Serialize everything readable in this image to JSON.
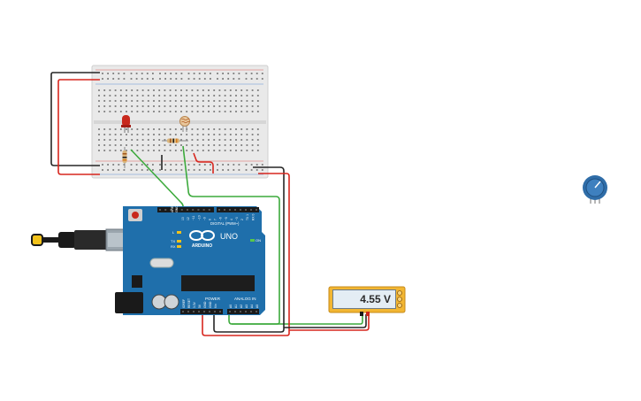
{
  "board": {
    "brand": "ARDUINO",
    "model": "UNO",
    "digital_label": "DIGITAL (PWM~)",
    "power_label": "POWER",
    "analog_label": "ANALOG IN",
    "aref_label": "AREF",
    "gnd_label": "GND",
    "led_l": "L",
    "led_tx": "TX",
    "led_rx": "RX",
    "on_label": "ON",
    "digital_pins": [
      "13",
      "12",
      "~11",
      "~10",
      "~9",
      "8",
      "7",
      "~6",
      "~5",
      "4",
      "~3",
      "2",
      "TX 1",
      "RX 0"
    ],
    "power_pins": [
      "IOREF",
      "RESET",
      "3.3V",
      "5V",
      "GND",
      "GND",
      "Vin"
    ],
    "analog_pins": [
      "A0",
      "A1",
      "A2",
      "A3",
      "A4",
      "A5"
    ]
  },
  "multimeter": {
    "reading": "4.55 V"
  },
  "colors": {
    "board": "#1f6fab",
    "breadboard": "#e9e9e9",
    "wire_red": "#d7261e",
    "wire_black": "#262626",
    "wire_green": "#3caa3c",
    "led_red": "#c8281c",
    "meter_body": "#f2b632",
    "potentiometer": "#2f6da8"
  }
}
